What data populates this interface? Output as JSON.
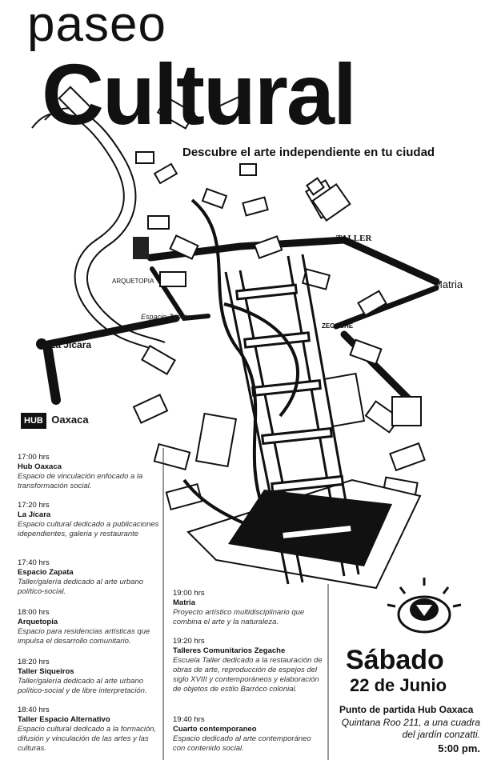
{
  "poster": {
    "title_small": "paseo",
    "title_big": "Cultural",
    "tagline": "Descubre el arte independiente en tu ciudad"
  },
  "venues": {
    "taller": "TALLER",
    "matria": "Matria",
    "zegache": "ZEGACHE",
    "arquetopia": "ARQUETOPIA",
    "espacio_zapata": "Espacio Zapata",
    "la_jicara": "La Jícara",
    "hub_tag": "HUB",
    "hub_name": "Oaxaca"
  },
  "schedule_left": [
    {
      "time": "17:00 hrs",
      "name": "Hub Oaxaca",
      "desc": "Espacio de vinculación enfocado a la transformación social."
    },
    {
      "time": "17:20 hrs",
      "name": "La Jícara",
      "desc": "Espacio cultural dedicado a publicaciones idependientes, galeria y restaurante"
    },
    {
      "time": "17:40 hrs",
      "name": "Espacio Zapata",
      "desc": "Taller/galería dedicado al arte urbano político-social."
    },
    {
      "time": "18:00 hrs",
      "name": "Arquetopia",
      "desc": "Espacio para residencias artísticas que impulsa el desarrollo comunitario."
    },
    {
      "time": "18:20 hrs",
      "name": "Taller Siqueiros",
      "desc": "Taller/galería dedicado al arte urbano político-social y de libre interpretación."
    },
    {
      "time": "18:40 hrs",
      "name": "Taller Espacio Alternativo",
      "desc": "Espacio cultural dedicado a la formación, difusión y vinculación de las artes y las culturas."
    }
  ],
  "schedule_right": [
    {
      "time": "19:00 hrs",
      "name": "Matria",
      "desc": "Proyecto artístico multidisciplinario que combina el arte y la naturaleza."
    },
    {
      "time": "19:20 hrs",
      "name": "Talleres Comunitarios Zegache",
      "desc": "Escuela Taller dedicado a la restauración de obras de arte, reproducción de espejos del siglo XVIII y contemporáneos y elaboración de objetos de estilo Barróco colonial."
    },
    {
      "time": "19:40 hrs",
      "name": "Cuarto contemporaneo",
      "desc": "Espacio dedicado al arte contemporáneo con contenido social."
    }
  ],
  "event": {
    "day": "Sábado",
    "date": "22 de Junio",
    "meeting_title": "Punto de partida Hub Oaxaca",
    "address": "Quintana Roo 211, a una cuadra del jardín  conzatti.",
    "time": "5:00 pm."
  }
}
